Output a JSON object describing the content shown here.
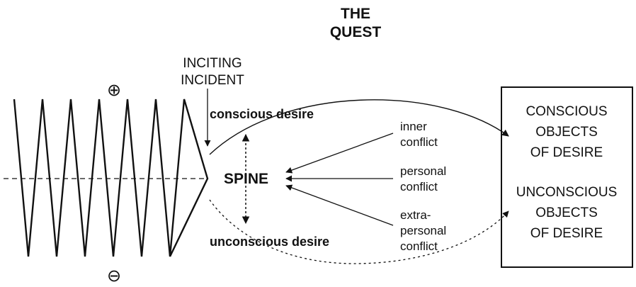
{
  "title": {
    "line1": "THE",
    "line2": "QUEST"
  },
  "inciting_incident": {
    "line1": "INCITING",
    "line2": "INCIDENT"
  },
  "symbols": {
    "plus": "⊕",
    "minus": "⊖"
  },
  "desires": {
    "conscious": "conscious desire",
    "unconscious": "unconscious desire"
  },
  "spine": "SPINE",
  "conflicts": {
    "inner": [
      "inner",
      "conflict"
    ],
    "personal": [
      "personal",
      "conflict"
    ],
    "extra_personal": [
      "extra-",
      "personal",
      "conflict"
    ]
  },
  "objects_box": {
    "conscious": [
      "CONSCIOUS",
      "OBJECTS",
      "OF DESIRE"
    ],
    "unconscious": [
      "UNCONSCIOUS",
      "OBJECTS",
      "OF DESIRE"
    ]
  }
}
